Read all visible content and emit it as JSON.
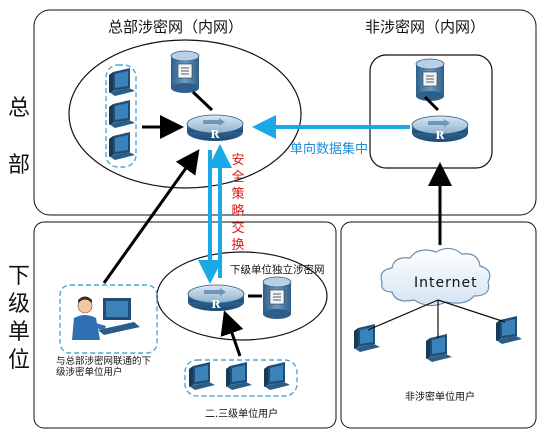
{
  "side_labels": {
    "hq_1": "总",
    "hq_2": "部",
    "sub_1": "下",
    "sub_2": "级",
    "sub_3": "单",
    "sub_4": "位"
  },
  "sections": {
    "hq_secret": "总部涉密网（内网）",
    "non_secret": "非涉密网（内网）"
  },
  "labels": {
    "one_way": "单向数据集中",
    "security_policy": "安全策略交换",
    "sub_network": "下级单位独立涉密网",
    "connected_user": "与总部涉密网联通的下级涉密单位用户",
    "third_level": "二.三级单位用户",
    "internet": "Internet",
    "non_secret_user": "非涉密单位用户"
  },
  "colors": {
    "blue_arrow": "#19a9e6",
    "black_arrow": "#000000",
    "dashed": "#4aa8d8",
    "red_text": "#d81b1b"
  }
}
